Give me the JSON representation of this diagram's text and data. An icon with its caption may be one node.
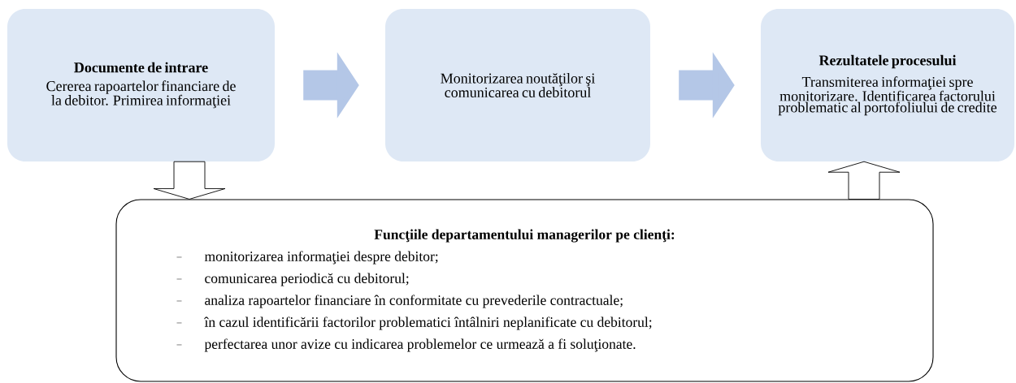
{
  "diagram": {
    "nodes": [
      {
        "text": [
          "Documente de intrare",
          "Cererea rapoartelor financiare de la debitor. Primirea informaţiei"
        ]
      },
      {
        "text": [
          "Monitorizarea noutăţilor şi comunicarea cu debitorul"
        ]
      },
      {
        "text": [
          "Rezultatele procesului",
          "Transmiterea informaţiei spre monitorizare. Identificarea factorului problematic al portofoliului de credite"
        ]
      },
      {
        "text": [
          "Funcţiile departamentului managerilor pe clienţi:",
          "monitorizarea informaţiei despre debitor;",
          "comunicarea periodică cu debitorul;",
          "analiza rapoartelor financiare în conformitate cu prevederile contractuale;",
          "în cazul identificării factorilor problematici întâlniri neplanificate cu debitorul;",
          "perfectarea unor avize cu indicarea problemelor ce urmează a fi soluţionate."
        ]
      }
    ],
    "edges": [
      {
        "from": 0,
        "to": 1,
        "arrow": "to",
        "color": "#b4c7e7"
      },
      {
        "from": 1,
        "to": 2,
        "arrow": "to",
        "color": "#b4c7e7"
      },
      {
        "from": 0,
        "to": 3,
        "arrow": "to"
      },
      {
        "from": 3,
        "to": 2,
        "arrow": "to"
      }
    ]
  }
}
